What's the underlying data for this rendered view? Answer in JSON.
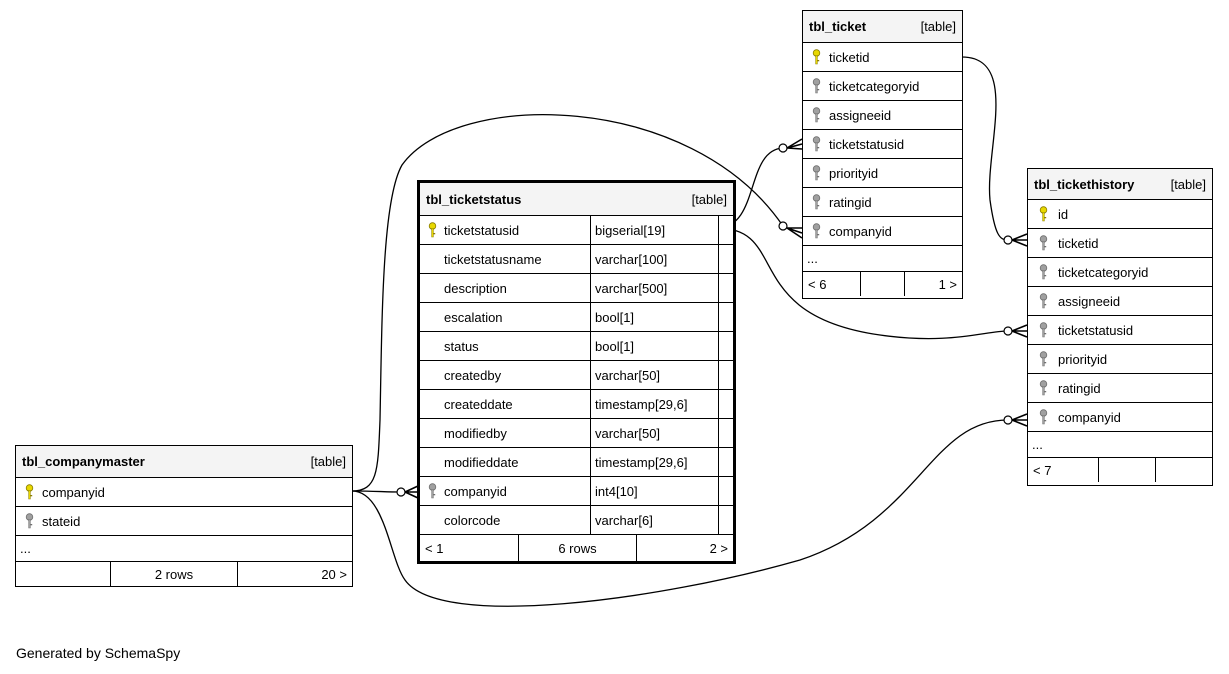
{
  "tables": {
    "ticketstatus": {
      "name": "tbl_ticketstatus",
      "type": "[table]",
      "columns": [
        {
          "name": "ticketstatusid",
          "type": "bigserial[19]",
          "key": "pk"
        },
        {
          "name": "ticketstatusname",
          "type": "varchar[100]",
          "key": "none"
        },
        {
          "name": "description",
          "type": "varchar[500]",
          "key": "none"
        },
        {
          "name": "escalation",
          "type": "bool[1]",
          "key": "none"
        },
        {
          "name": "status",
          "type": "bool[1]",
          "key": "none"
        },
        {
          "name": "createdby",
          "type": "varchar[50]",
          "key": "none"
        },
        {
          "name": "createddate",
          "type": "timestamp[29,6]",
          "key": "none"
        },
        {
          "name": "modifiedby",
          "type": "varchar[50]",
          "key": "none"
        },
        {
          "name": "modifieddate",
          "type": "timestamp[29,6]",
          "key": "none"
        },
        {
          "name": "companyid",
          "type": "int4[10]",
          "key": "fk"
        },
        {
          "name": "colorcode",
          "type": "varchar[6]",
          "key": "none"
        }
      ],
      "footer": {
        "left": "< 1",
        "middle": "6 rows",
        "right": "2 >"
      }
    },
    "companymaster": {
      "name": "tbl_companymaster",
      "type": "[table]",
      "columns": [
        {
          "name": "companyid",
          "key": "pk"
        },
        {
          "name": "stateid",
          "key": "fk"
        }
      ],
      "ellipsis": "...",
      "footer": {
        "left": "",
        "middle": "2 rows",
        "right": "20 >"
      }
    },
    "ticket": {
      "name": "tbl_ticket",
      "type": "[table]",
      "columns": [
        {
          "name": "ticketid",
          "key": "pk"
        },
        {
          "name": "ticketcategoryid",
          "key": "fk"
        },
        {
          "name": "assigneeid",
          "key": "fk"
        },
        {
          "name": "ticketstatusid",
          "key": "fk"
        },
        {
          "name": "priorityid",
          "key": "fk"
        },
        {
          "name": "ratingid",
          "key": "fk"
        },
        {
          "name": "companyid",
          "key": "fk"
        }
      ],
      "ellipsis": "...",
      "footer": {
        "left": "< 6",
        "middle": "",
        "right": "1 >"
      }
    },
    "tickethistory": {
      "name": "tbl_tickethistory",
      "type": "[table]",
      "columns": [
        {
          "name": "id",
          "key": "pk"
        },
        {
          "name": "ticketid",
          "key": "fk"
        },
        {
          "name": "ticketcategoryid",
          "key": "fk"
        },
        {
          "name": "assigneeid",
          "key": "fk"
        },
        {
          "name": "ticketstatusid",
          "key": "fk"
        },
        {
          "name": "priorityid",
          "key": "fk"
        },
        {
          "name": "ratingid",
          "key": "fk"
        },
        {
          "name": "companyid",
          "key": "fk"
        }
      ],
      "ellipsis": "...",
      "footer": {
        "left": "< 7",
        "middle": "",
        "right": ""
      }
    }
  },
  "colors": {
    "pk_key": "#e8d800",
    "fk_key": "#a0a0a0",
    "header_bg": "#f4f4f4"
  },
  "footer_note": "Generated by SchemaSpy"
}
